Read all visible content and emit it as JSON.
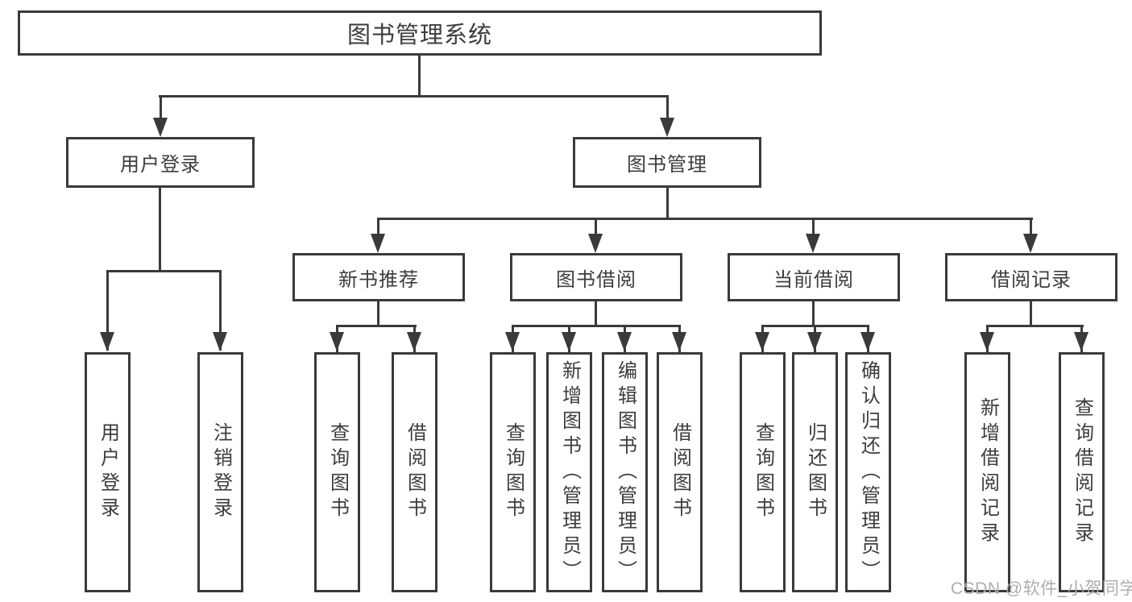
{
  "colors": {
    "line": "#3a3a3a",
    "text": "#3d3d3d",
    "wm": "#adadad",
    "bg": "#ffffff"
  },
  "tree": {
    "root": {
      "label": "图书管理系统"
    },
    "branches": [
      {
        "label": "用户登录",
        "children": [
          {
            "label": "用户登录"
          },
          {
            "label": "注销登录"
          }
        ]
      },
      {
        "label": "图书管理",
        "children": [
          {
            "label": "新书推荐",
            "children": [
              {
                "label": "查询图书"
              },
              {
                "label": "借阅图书"
              }
            ]
          },
          {
            "label": "图书借阅",
            "children": [
              {
                "label": "查询图书"
              },
              {
                "label": "新增图书（管理员）"
              },
              {
                "label": "编辑图书（管理员）"
              },
              {
                "label": "借阅图书"
              }
            ]
          },
          {
            "label": "当前借阅",
            "children": [
              {
                "label": "查询图书"
              },
              {
                "label": "归还图书"
              },
              {
                "label": "确认归还（管理员）"
              }
            ]
          },
          {
            "label": "借阅记录",
            "children": [
              {
                "label": "新增借阅记录"
              },
              {
                "label": "查询借阅记录"
              }
            ]
          }
        ]
      }
    ]
  },
  "watermark": {
    "text": "CSDN @软件_小贺同学"
  }
}
